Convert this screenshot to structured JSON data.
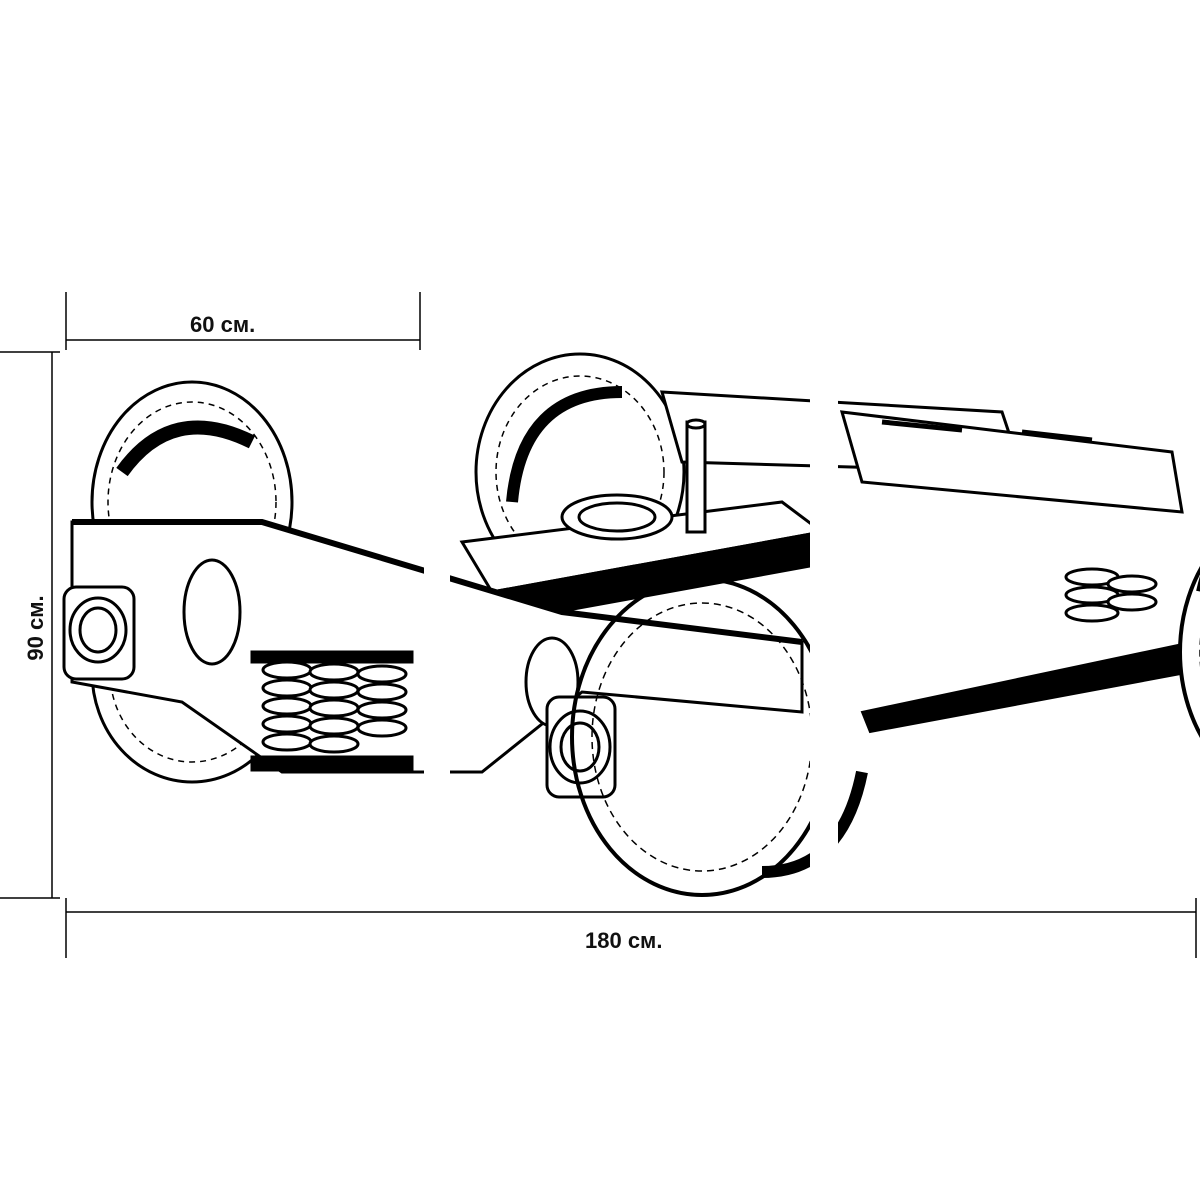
{
  "dimensions": {
    "panel_width": "60 см.",
    "total_width": "180 см.",
    "height": "90 см."
  },
  "artwork": {
    "subject_icon": "railway-bogie-line-drawing",
    "panel_count": 3,
    "colors": {
      "ink": "#000000",
      "background": "#ffffff"
    }
  }
}
